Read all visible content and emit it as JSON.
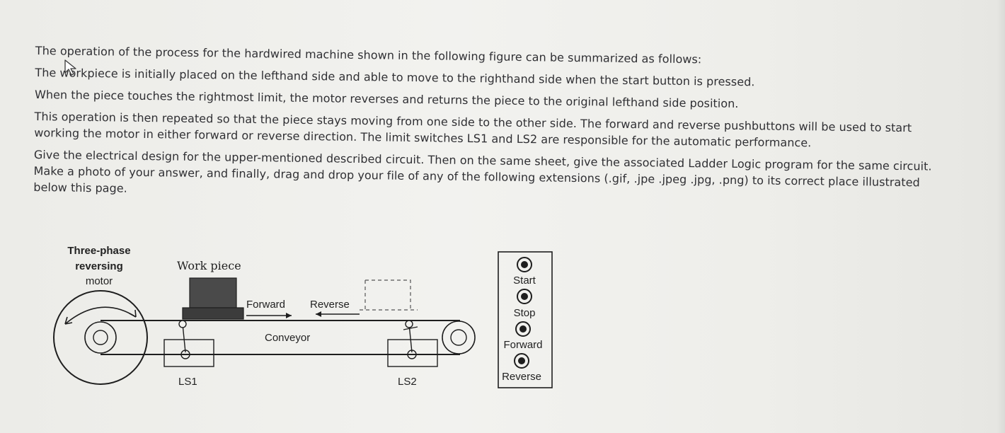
{
  "question": {
    "paragraphs": [
      "The operation of the process for the hardwired machine shown in the following figure can be summarized as follows:",
      "The workpiece is initially placed on the lefthand side and able to move to the righthand side when the start button is pressed.",
      "When the piece touches the rightmost limit, the motor reverses and returns the piece to the original lefthand side position.",
      "This operation is then repeated so that the piece stays moving from one side to the other side. The forward and reverse pushbuttons will be used to start working the motor in either forward or reverse direction. The limit switches LS1 and LS2 are responsible for the automatic performance.",
      "Give the electrical design for the upper-mentioned described circuit. Then on the same sheet, give the associated Ladder Logic program for the same circuit. Make a photo of your answer, and finally, drag and drop your file of any of the following extensions (.gif, .jpe .jpeg .jpg, .png) to its correct place illustrated below this page."
    ]
  },
  "figure": {
    "motor_label": [
      "Three-phase",
      "reversing",
      "motor"
    ],
    "workpiece_label": "Work piece",
    "forward_label": "Forward",
    "reverse_label": "Reverse",
    "conveyor_label": "Conveyor",
    "ls1_label": "LS1",
    "ls2_label": "LS2",
    "buttons": [
      "Start",
      "Stop",
      "Forward",
      "Reverse"
    ]
  },
  "colors": {
    "text": "#2f2f33",
    "line": "#1e1e1e",
    "workpiece": "#4a4a4a"
  }
}
